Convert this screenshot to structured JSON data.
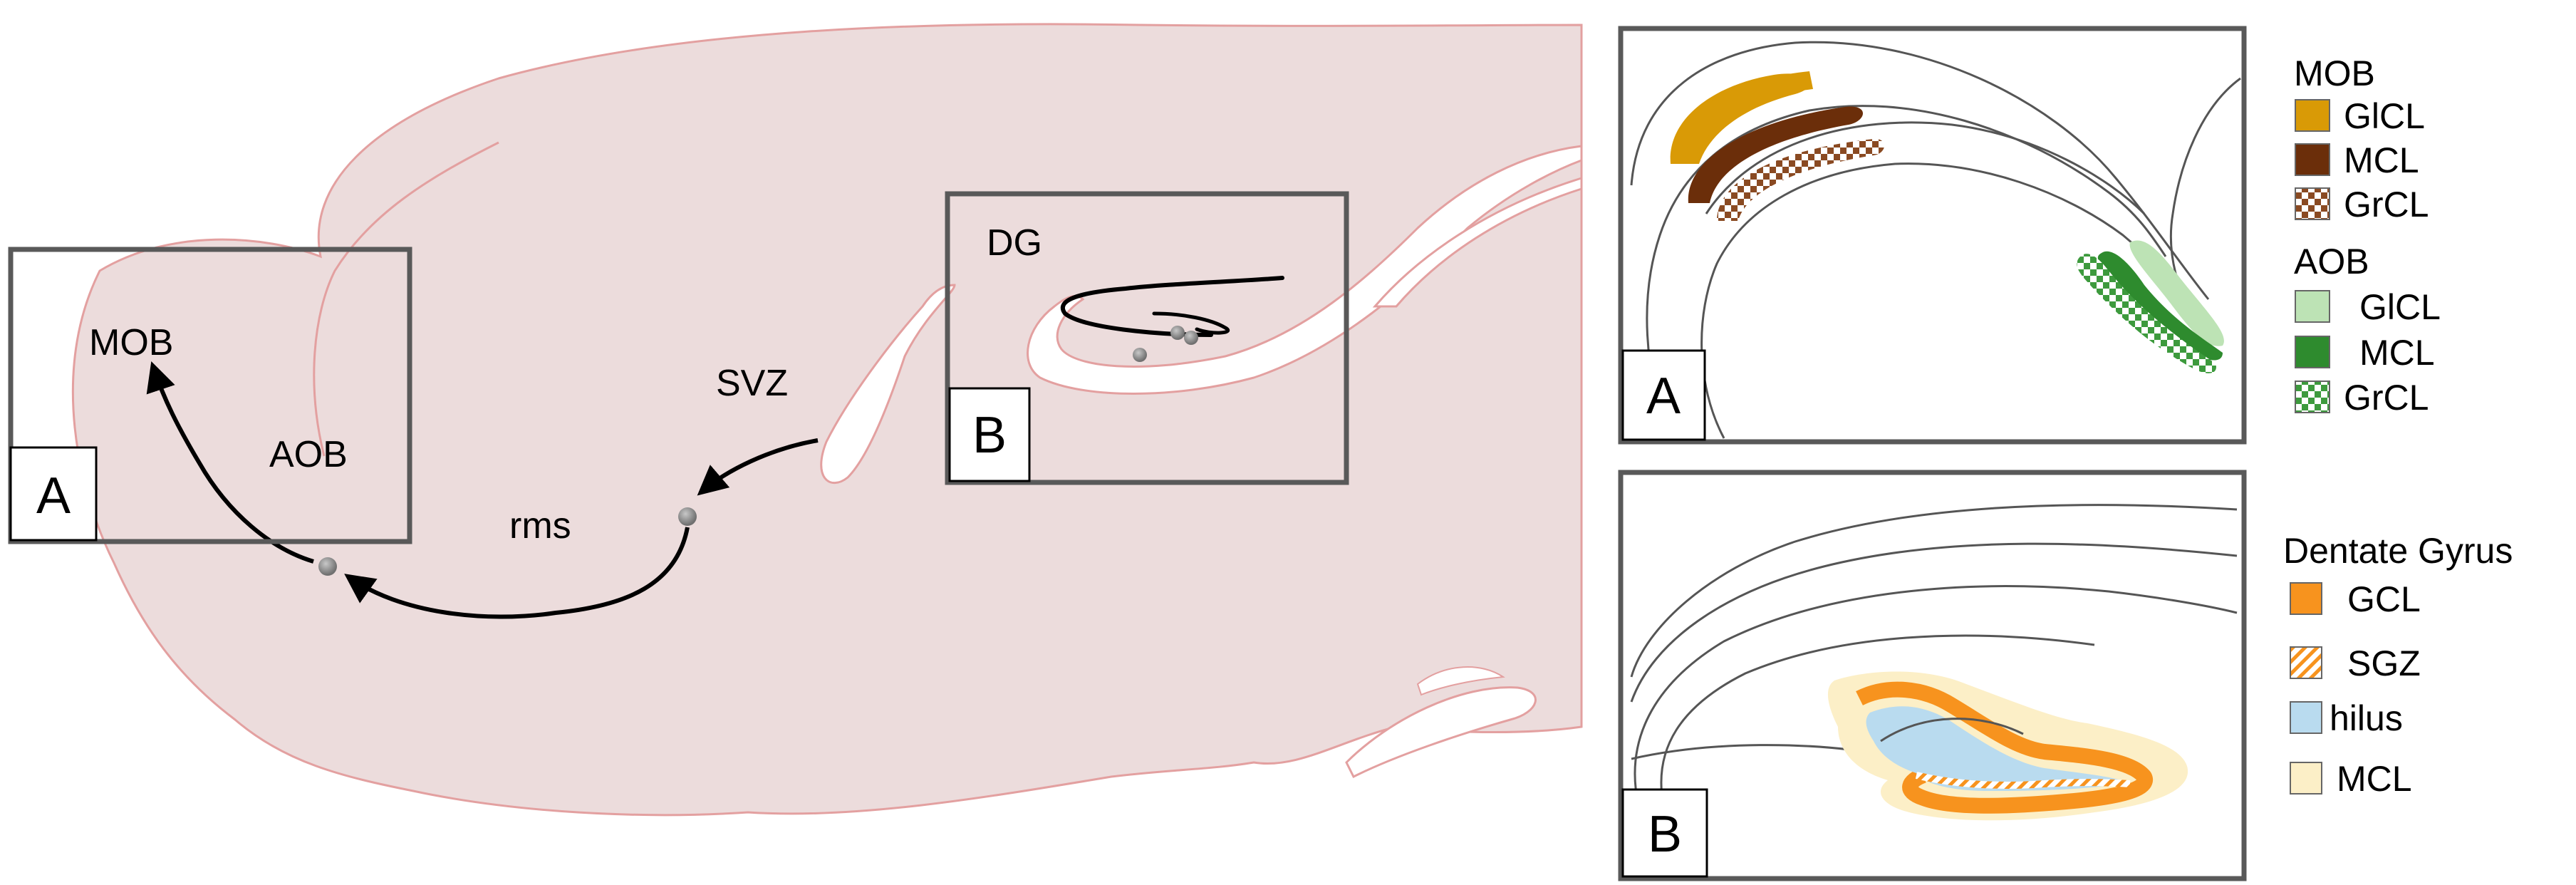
{
  "sagittal": {
    "labels": {
      "mob": "MOB",
      "aob": "AOB",
      "svz": "SVZ",
      "rms": "rms",
      "dg": "DG"
    },
    "box_a_tag": "A",
    "box_b_tag": "B"
  },
  "panel_a": {
    "tag": "A",
    "legend": {
      "mob_title": "MOB",
      "mob_items": [
        "GlCL",
        "MCL",
        "GrCL"
      ],
      "aob_title": "AOB",
      "aob_items": [
        "GlCL",
        "MCL",
        "GrCL"
      ]
    }
  },
  "panel_b": {
    "tag": "B",
    "legend": {
      "title": "Dentate Gyrus",
      "items": [
        "GCL",
        "SGZ",
        "hilus",
        "MCL"
      ]
    }
  },
  "colors": {
    "brain_fill": "#ecdcdc",
    "brain_stroke": "#e3a0a0",
    "mob_glcl": "#d99a06",
    "mob_mcl": "#6b2e0a",
    "mob_grcl": "#8a4a22",
    "aob_glcl": "#bde3b5",
    "aob_mcl": "#2e8b2e",
    "aob_grcl": "#3d9a3d",
    "gcl": "#f7931e",
    "sgz": "#f7931e",
    "hilus": "#b9dbef",
    "mcl_dg": "#fcefc7",
    "frame": "#595959"
  },
  "icons": {
    "migration_arrow": "arrow-icon",
    "cell": "cell-dot-icon"
  }
}
